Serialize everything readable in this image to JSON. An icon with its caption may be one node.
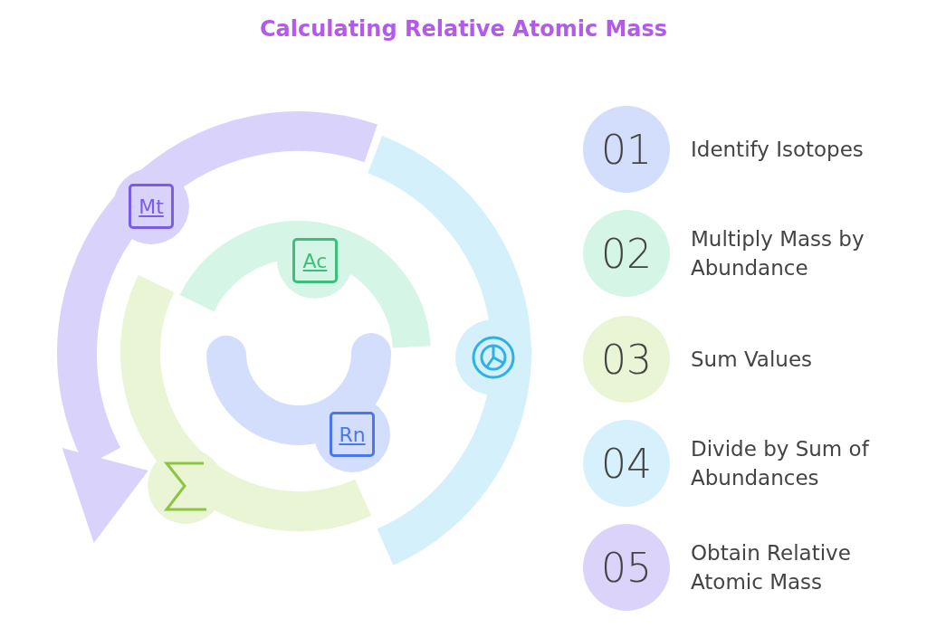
{
  "diagram": {
    "title": "Calculating Relative Atomic Mass",
    "nodes": [
      {
        "text": [
          "01"
        ],
        "beside": [
          "Identify Isotopes"
        ]
      },
      {
        "text": [
          "02"
        ],
        "beside": [
          "Multiply Mass by Abundance"
        ]
      },
      {
        "text": [
          "03"
        ],
        "beside": [
          "Sum Values"
        ]
      },
      {
        "text": [
          "04"
        ],
        "beside": [
          "Divide by Sum of Abundances"
        ]
      },
      {
        "text": [
          "05"
        ],
        "beside": [
          "Obtain Relative Atomic Mass"
        ]
      }
    ],
    "labels": [
      "Mt",
      "Ac",
      "Rn"
    ]
  }
}
